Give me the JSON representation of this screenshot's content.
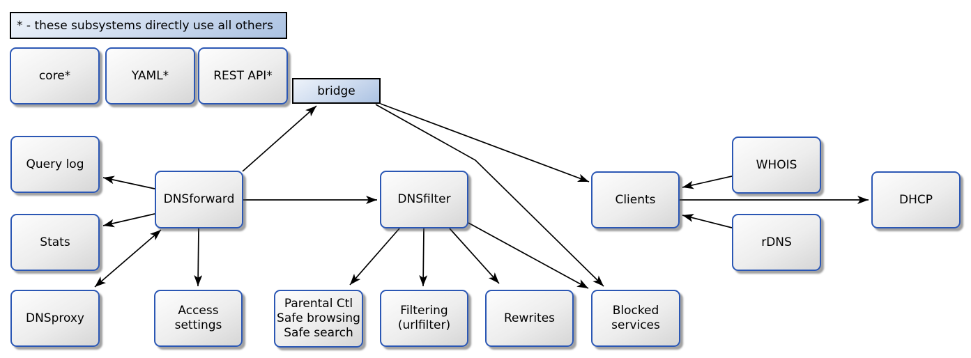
{
  "legend": {
    "text": "* - these subsystems directly use all others"
  },
  "nodes": {
    "core": {
      "label": "core*"
    },
    "yaml": {
      "label": "YAML*"
    },
    "rest_api": {
      "label": "REST API*"
    },
    "bridge": {
      "label": "bridge"
    },
    "query_log": {
      "label": "Query log"
    },
    "stats": {
      "label": "Stats"
    },
    "dnsproxy": {
      "label": "DNSproxy"
    },
    "dnsforward": {
      "label": "DNSforward"
    },
    "access_settings": {
      "lines": [
        "Access",
        "settings"
      ]
    },
    "dnsfilter": {
      "label": "DNSfilter"
    },
    "parental": {
      "lines": [
        "Parental Ctl",
        "Safe browsing",
        "Safe search"
      ]
    },
    "filtering": {
      "lines": [
        "Filtering",
        "(urlfilter)"
      ]
    },
    "rewrites": {
      "label": "Rewrites"
    },
    "blocked_services": {
      "lines": [
        "Blocked",
        "services"
      ]
    },
    "clients": {
      "label": "Clients"
    },
    "whois": {
      "label": "WHOIS"
    },
    "rdns": {
      "label": "rDNS"
    },
    "dhcp": {
      "label": "DHCP"
    }
  },
  "edges": [
    {
      "from": "DNSforward",
      "to": "bridge",
      "direction": "one-way"
    },
    {
      "from": "bridge",
      "to": "Clients",
      "direction": "one-way"
    },
    {
      "from": "bridge",
      "to": "Blocked services",
      "direction": "one-way"
    },
    {
      "from": "DNSforward",
      "to": "Query log",
      "direction": "one-way"
    },
    {
      "from": "DNSforward",
      "to": "Stats",
      "direction": "one-way"
    },
    {
      "from": "DNSforward",
      "to": "DNSproxy",
      "direction": "two-way"
    },
    {
      "from": "DNSforward",
      "to": "Access settings",
      "direction": "one-way"
    },
    {
      "from": "DNSforward",
      "to": "DNSfilter",
      "direction": "one-way"
    },
    {
      "from": "DNSfilter",
      "to": "Parental Ctl / Safe browsing / Safe search",
      "direction": "one-way"
    },
    {
      "from": "DNSfilter",
      "to": "Filtering (urlfilter)",
      "direction": "one-way"
    },
    {
      "from": "DNSfilter",
      "to": "Rewrites",
      "direction": "one-way"
    },
    {
      "from": "DNSfilter",
      "to": "Blocked services",
      "direction": "one-way"
    },
    {
      "from": "WHOIS",
      "to": "Clients",
      "direction": "one-way"
    },
    {
      "from": "rDNS",
      "to": "Clients",
      "direction": "one-way"
    },
    {
      "from": "Clients",
      "to": "DHCP",
      "direction": "one-way"
    }
  ],
  "colors": {
    "node_border": "#2b57b4",
    "node_fill_top": "#fdfdfd",
    "node_fill_bottom": "#d6d6d6",
    "blue_fill_top": "#eef3fa",
    "blue_fill_bottom": "#abc2e2",
    "edge": "#000000",
    "background": "#ffffff"
  }
}
